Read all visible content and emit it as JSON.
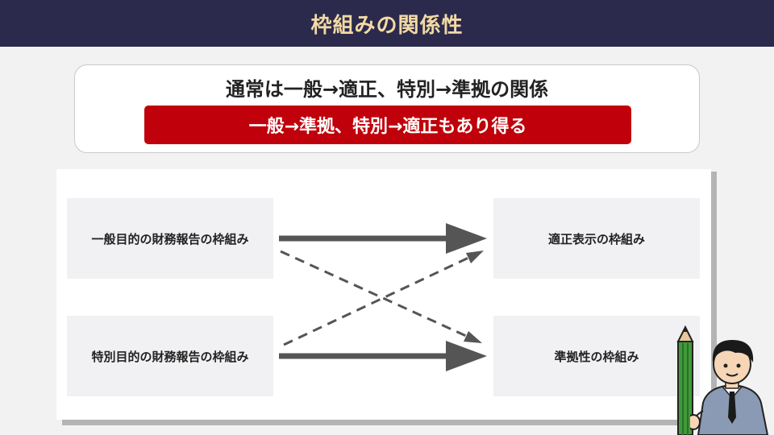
{
  "header": {
    "title": "枠組みの関係性"
  },
  "note": {
    "line1": "通常は一般→適正、特別→準拠の関係",
    "line2": "一般→準拠、特別→適正もあり得る"
  },
  "diagram": {
    "left_nodes": [
      "一般目的の財務報告の枠組み",
      "特別目的の財務報告の枠組み"
    ],
    "right_nodes": [
      "適正表示の枠組み",
      "準拠性の枠組み"
    ],
    "edges": [
      {
        "from": "一般目的の財務報告の枠組み",
        "to": "適正表示の枠組み",
        "style": "solid"
      },
      {
        "from": "特別目的の財務報告の枠組み",
        "to": "準拠性の枠組み",
        "style": "solid"
      },
      {
        "from": "一般目的の財務報告の枠組み",
        "to": "準拠性の枠組み",
        "style": "dashed"
      },
      {
        "from": "特別目的の財務報告の枠組み",
        "to": "適正表示の枠組み",
        "style": "dashed"
      }
    ]
  },
  "colors": {
    "header_bg": "#2b2a4c",
    "header_text": "#f3d9a4",
    "highlight_red": "#c0000a",
    "arrow": "#555555"
  },
  "icons": [
    "pencil-icon",
    "businessman-illustration"
  ]
}
